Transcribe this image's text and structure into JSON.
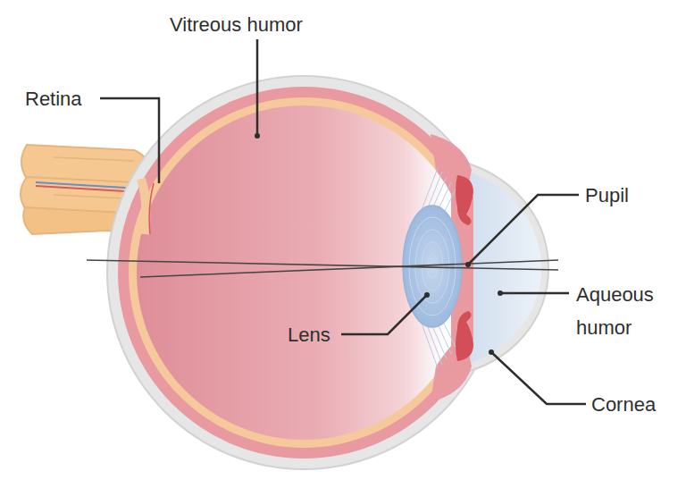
{
  "diagram": {
    "labels": [
      "Vitreous humor",
      "Retina",
      "Pupil",
      "Lens",
      "Aqueous humor",
      "Cornea"
    ]
  }
}
